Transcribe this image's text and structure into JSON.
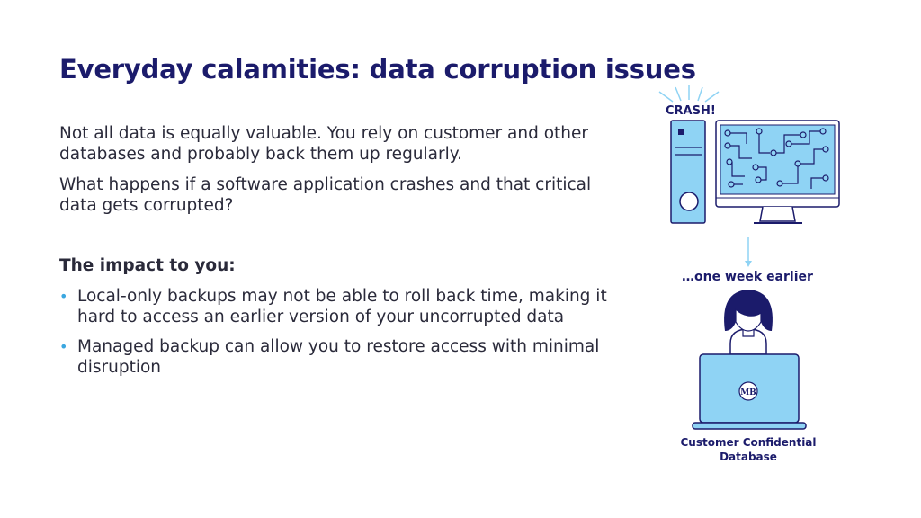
{
  "slide": {
    "title": "Everyday calamities: data corruption issues",
    "paragraph1": "Not all data is equally valuable. You rely on customer and other databases and probably back them up regularly.",
    "paragraph2": "What happens if a software application crashes and that critical data gets corrupted?",
    "impact_heading": "The impact to you:",
    "bullets": [
      "Local-only backups may not be able to roll back time, making it hard to access an earlier version of your uncorrupted data",
      "Managed backup can allow you to restore access with minimal disruption"
    ]
  },
  "illustration": {
    "crash_label": "CRASH!",
    "earlier_label": "…one week earlier",
    "laptop_logo": "MB",
    "database_label": "Customer Confidential Database"
  },
  "colors": {
    "title": "#1b1b6b",
    "accent": "#3ba7e0",
    "device_fill": "#8fd3f4",
    "device_stroke": "#1b1b6b"
  }
}
